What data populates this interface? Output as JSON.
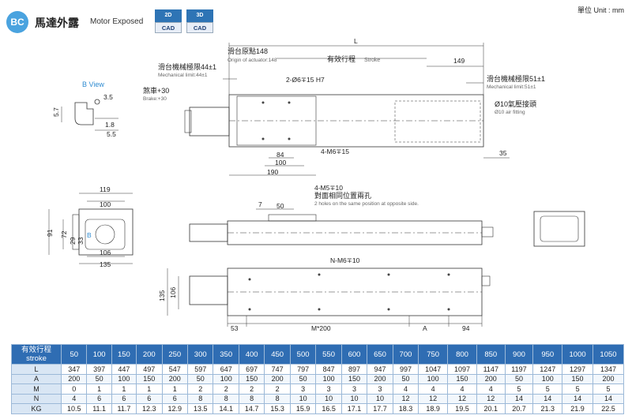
{
  "header": {
    "badge": "BC",
    "title": "馬達外露",
    "subtitle": "Motor Exposed",
    "cad": [
      {
        "top": "2D",
        "bottom": "CAD"
      },
      {
        "top": "3D",
        "bottom": "CAD"
      }
    ],
    "unit": "單位 Unit : mm"
  },
  "drawing": {
    "b_view": "B View",
    "dim_3_5": "3.5",
    "dim_5_7": "5.7",
    "dim_1_8": "1.8",
    "dim_5_5": "5.5",
    "L": "L",
    "origin_zh": "滑台原點148",
    "origin_en": "Origin of actuator:148",
    "stroke_zh": "有效行程",
    "stroke_en": "Stroke",
    "dim_149": "149",
    "mech44_zh": "滑台機械極限44±1",
    "mech44_en": "Mechanical limit:44±1",
    "hole_2": "2-Ø6∓15 H7",
    "mech51_zh": "滑台機械極限51±1",
    "mech51_en": "Mechanical limit:51±1",
    "brake_zh": "煞車+30",
    "brake_en": "Brake:+30",
    "air_zh": "Ø10氣壓接頭",
    "air_en": "Ø10 air fitting",
    "m6": "4-M6∓15",
    "dim_84": "84",
    "dim_100": "100",
    "dim_190": "190",
    "dim_35": "35",
    "dim_119": "119",
    "dim_100b": "100",
    "dim_91": "91",
    "dim_72": "72",
    "dim_29": "29",
    "dim_33": "33",
    "B": "B",
    "dim_106": "106",
    "dim_135": "135",
    "m5": "4-M5∓10",
    "m5_zh": "對面相同位置兩孔",
    "m5_en": "2 holes on the same position at opposite side.",
    "dim_7": "7",
    "dim_50": "50",
    "nm6": "N-M6∓10",
    "dim_135b": "135",
    "dim_106b": "106",
    "dim_53": "53",
    "m200": "M*200",
    "A": "A",
    "dim_94": "94"
  },
  "table": {
    "header_zh": "有效行程",
    "header_en": "stroke",
    "strokes": [
      "50",
      "100",
      "150",
      "200",
      "250",
      "300",
      "350",
      "400",
      "450",
      "500",
      "550",
      "600",
      "650",
      "700",
      "750",
      "800",
      "850",
      "900",
      "950",
      "1000",
      "1050"
    ],
    "rows": [
      {
        "label": "L",
        "values": [
          "347",
          "397",
          "447",
          "497",
          "547",
          "597",
          "647",
          "697",
          "747",
          "797",
          "847",
          "897",
          "947",
          "997",
          "1047",
          "1097",
          "1147",
          "1197",
          "1247",
          "1297",
          "1347"
        ]
      },
      {
        "label": "A",
        "values": [
          "200",
          "50",
          "100",
          "150",
          "200",
          "50",
          "100",
          "150",
          "200",
          "50",
          "100",
          "150",
          "200",
          "50",
          "100",
          "150",
          "200",
          "50",
          "100",
          "150",
          "200"
        ]
      },
      {
        "label": "M",
        "values": [
          "0",
          "1",
          "1",
          "1",
          "1",
          "2",
          "2",
          "2",
          "2",
          "3",
          "3",
          "3",
          "3",
          "4",
          "4",
          "4",
          "4",
          "5",
          "5",
          "5",
          "5"
        ]
      },
      {
        "label": "N",
        "values": [
          "4",
          "6",
          "6",
          "6",
          "6",
          "8",
          "8",
          "8",
          "8",
          "10",
          "10",
          "10",
          "10",
          "12",
          "12",
          "12",
          "12",
          "14",
          "14",
          "14",
          "14"
        ]
      },
      {
        "label": "KG",
        "values": [
          "10.5",
          "11.1",
          "11.7",
          "12.3",
          "12.9",
          "13.5",
          "14.1",
          "14.7",
          "15.3",
          "15.9",
          "16.5",
          "17.1",
          "17.7",
          "18.3",
          "18.9",
          "19.5",
          "20.1",
          "20.7",
          "21.3",
          "21.9",
          "22.5"
        ]
      }
    ]
  }
}
